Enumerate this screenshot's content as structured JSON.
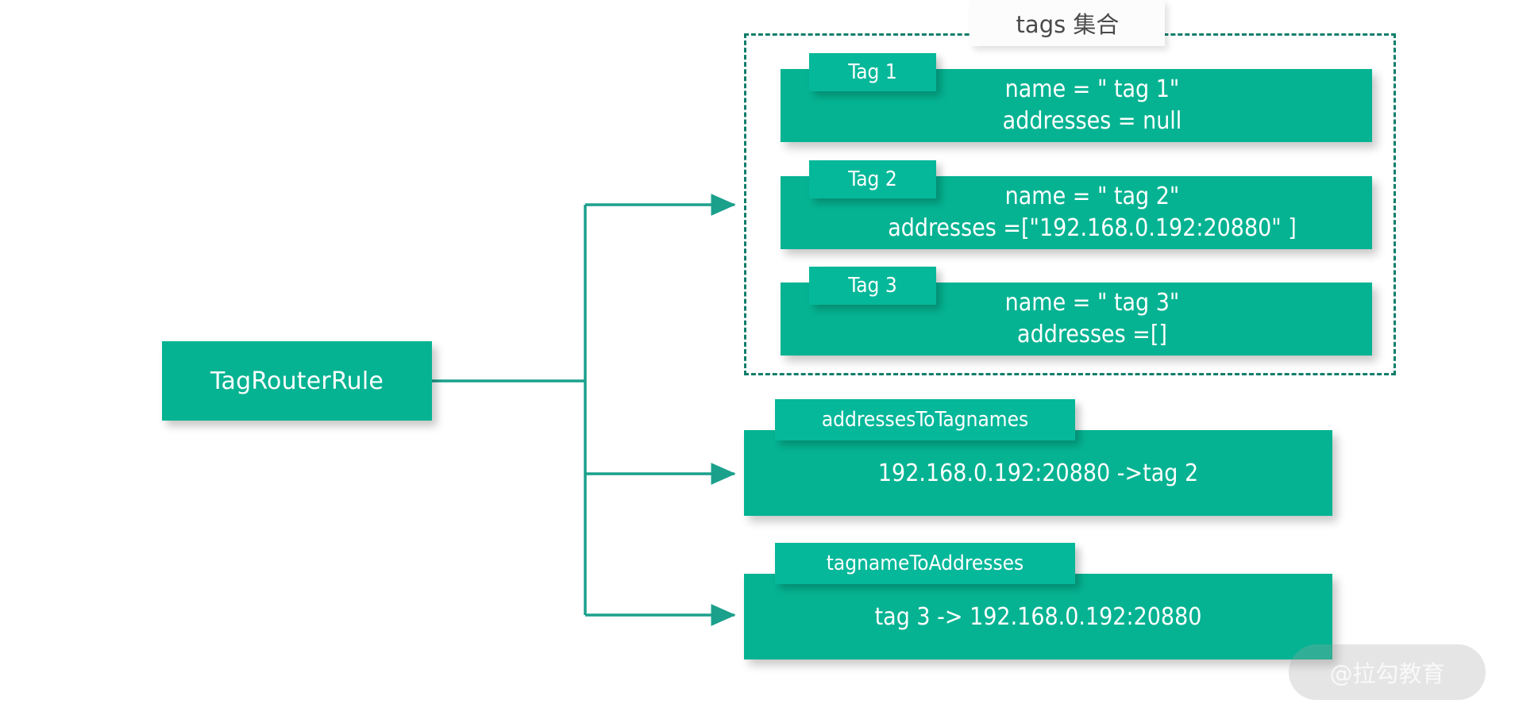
{
  "diagram": {
    "root_node": {
      "label": "TagRouterRule"
    },
    "tags_group": {
      "title": "tags 集合",
      "tags": [
        {
          "tab": "Tag 1",
          "name_line": "name = \" tag 1\"",
          "addresses_line": "addresses = null"
        },
        {
          "tab": "Tag 2",
          "name_line": "name = \" tag 2\"",
          "addresses_line": "addresses =[\"192.168.0.192:20880\" ]"
        },
        {
          "tab": "Tag 3",
          "name_line": "name = \" tag 3\"",
          "addresses_line": "addresses =[]"
        }
      ]
    },
    "maps": [
      {
        "tab": "addressesToTagnames",
        "entry": "192.168.0.192:20880 ->tag 2"
      },
      {
        "tab": "tagnameToAddresses",
        "entry": "tag 3 -> 192.168.0.192:20880"
      }
    ],
    "watermark": "@拉勾教育",
    "colors": {
      "block_fill": "#05b392",
      "tab_fill": "#06b89a",
      "connector": "#1ba08c",
      "dashed_border": "#0f7e6b",
      "title_background": "#fcfcfc",
      "title_text": "#4a4a4a"
    }
  }
}
